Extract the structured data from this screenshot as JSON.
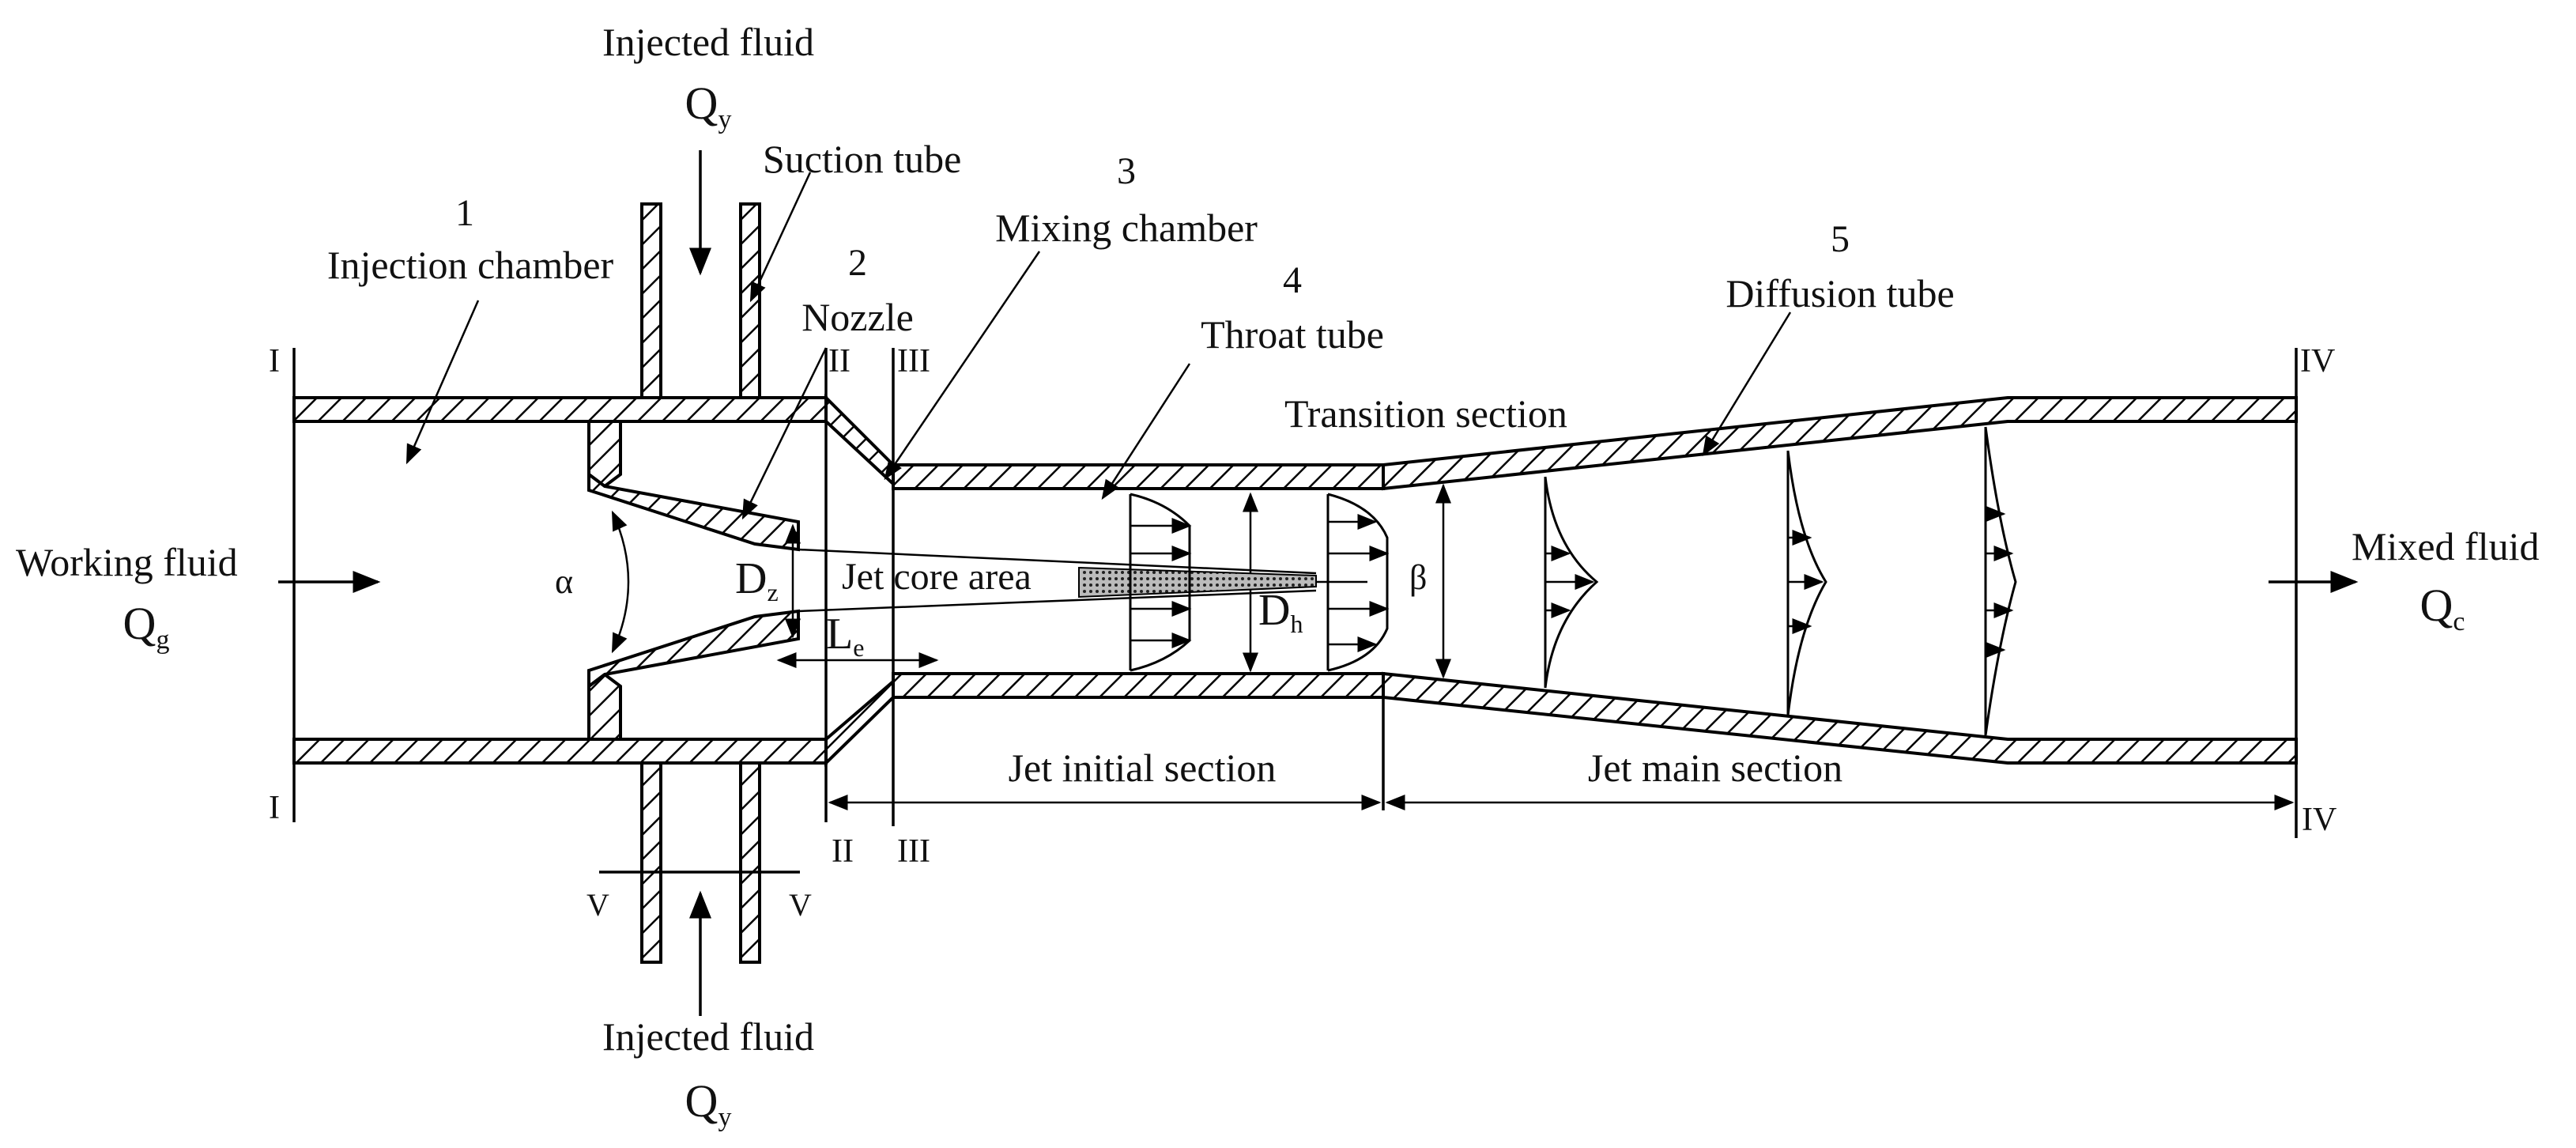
{
  "labels": {
    "injected_fluid_top": "Injected fluid",
    "qy_top": "Q",
    "qy_top_sub": "y",
    "injected_fluid_bottom": "Injected fluid",
    "qy_bottom": "Q",
    "qy_bottom_sub": "y",
    "working_fluid": "Working fluid",
    "qg": "Q",
    "qg_sub": "g",
    "mixed_fluid": "Mixed fluid",
    "qc": "Q",
    "qc_sub": "c",
    "suction_tube": "Suction tube",
    "num1": "1",
    "injection_chamber": "Injection chamber",
    "num2": "2",
    "nozzle": "Nozzle",
    "num3": "3",
    "mixing_chamber": "Mixing chamber",
    "num4": "4",
    "throat_tube": "Throat tube",
    "num5": "5",
    "diffusion_tube": "Diffusion tube",
    "transition_section": "Transition section",
    "jet_core_area": "Jet core area",
    "jet_initial_section": "Jet initial section",
    "jet_main_section": "Jet main section",
    "alpha": "α",
    "beta": "β",
    "dz": "D",
    "dz_sub": "z",
    "dh": "D",
    "dh_sub": "h",
    "le": "L",
    "le_sub": "e"
  },
  "section_marks": {
    "i_top": "I",
    "i_bottom": "I",
    "ii_top": "II",
    "ii_bottom": "II",
    "iii_top": "III",
    "iii_bottom": "III",
    "iv_top": "IV",
    "iv_bottom": "IV",
    "v_left": "V",
    "v_right": "V"
  }
}
